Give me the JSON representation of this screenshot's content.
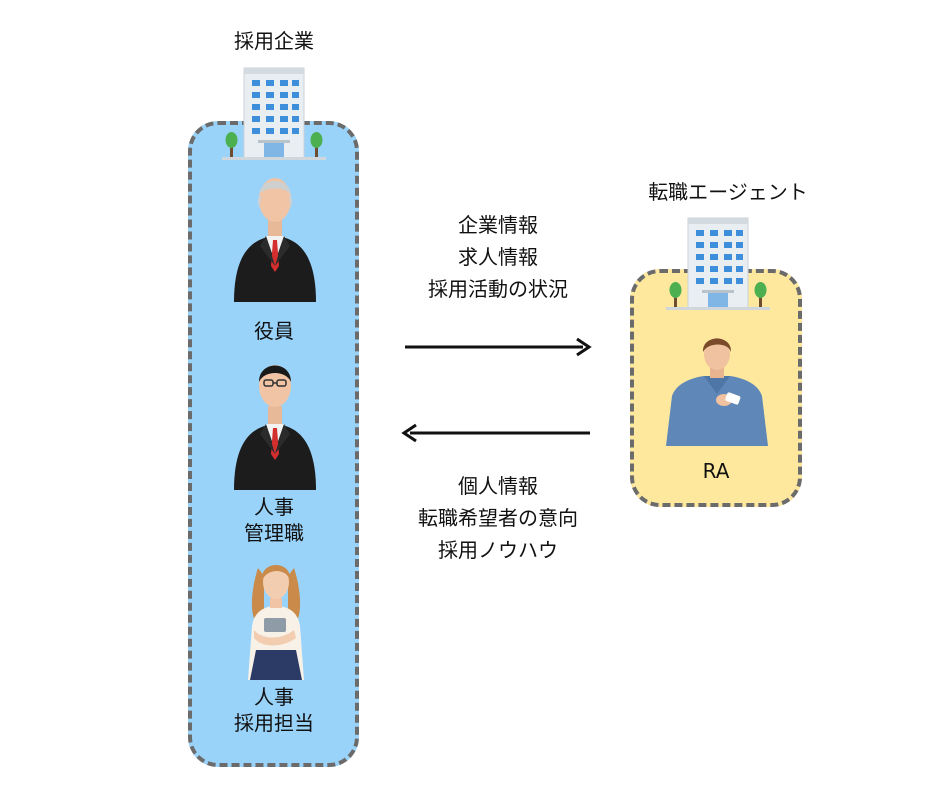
{
  "company": {
    "title": "採用企業",
    "roles": {
      "executive": "役員",
      "hr_manager_line1": "人事",
      "hr_manager_line2": "管理職",
      "hr_staff_line1": "人事",
      "hr_staff_line2": "採用担当"
    }
  },
  "agent": {
    "title": "転職エージェント",
    "person": "RA"
  },
  "to_agent": {
    "lines": [
      "企業情報",
      "求人情報",
      "採用活動の状況"
    ]
  },
  "to_company": {
    "lines": [
      "個人情報",
      "転職希望者の意向",
      "採用ノウハウ"
    ]
  },
  "colors": {
    "company_bg": "#99d3fa",
    "agent_bg": "#fde89e",
    "border": "#6b6b6b",
    "arrow": "#111111"
  }
}
